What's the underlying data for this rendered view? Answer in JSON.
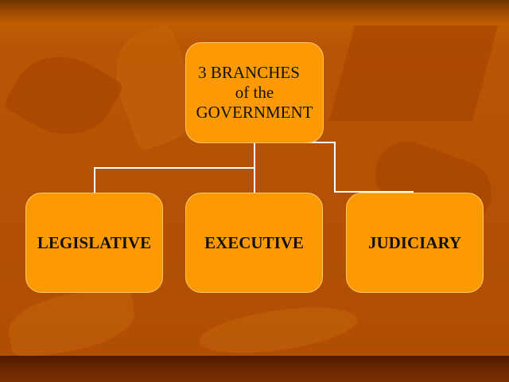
{
  "diagram": {
    "type": "org-chart",
    "root": {
      "lines": [
        "3 BRANCHES",
        "of the",
        "GOVERNMENT"
      ]
    },
    "children": [
      {
        "label": "LEGISLATIVE"
      },
      {
        "label": "EXECUTIVE"
      },
      {
        "label": "JUDICIARY"
      }
    ]
  },
  "colors": {
    "node_fill": "#fd9a03",
    "background": "#b45309",
    "connector": "#ffffff",
    "bottom_band": "#5a1f00"
  }
}
